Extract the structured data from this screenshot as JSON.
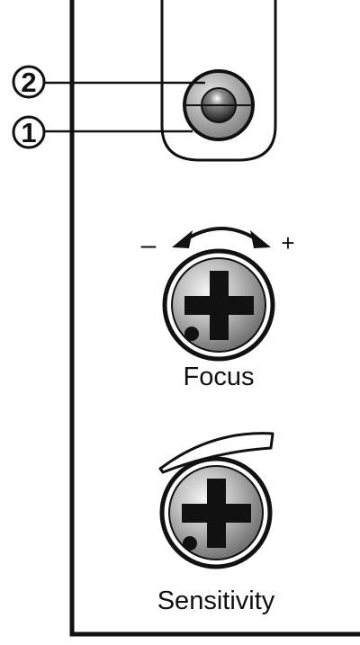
{
  "callouts": {
    "callout_2": "2",
    "callout_1": "1"
  },
  "focus": {
    "label": "Focus",
    "minus_sign": "–",
    "plus_sign": "+"
  },
  "sensitivity": {
    "label": "Sensitivity"
  },
  "icons": {
    "indicator_led": "indicator-led-icon",
    "focus_screw": "adjustment-screw-icon",
    "sensitivity_screw": "adjustment-screw-icon",
    "rotation_arrow": "double-headed-arc-arrow-icon",
    "sensitivity_wedge": "increasing-wedge-icon"
  },
  "colors": {
    "outline": "#111111",
    "screw_fill": "#9a9a9a",
    "led_fill": "#444444"
  }
}
